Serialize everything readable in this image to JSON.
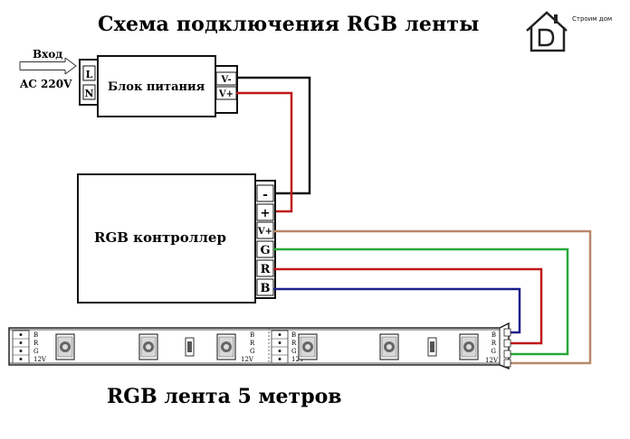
{
  "title": "Схема подключения RGB ленты",
  "footer": "RGB лента 5 метров",
  "logo": {
    "icon": "house-d-icon",
    "text": "Строим дом"
  },
  "input": {
    "label_top": "Вход",
    "label_bottom": "AC 220V"
  },
  "power_supply": {
    "label": "Блок питания",
    "in_terminals": [
      "L",
      "N"
    ],
    "out_terminals": [
      "V-",
      "V+"
    ]
  },
  "controller": {
    "label": "RGB контроллер",
    "in_terminals": [
      "-",
      "+"
    ],
    "out_terminals": [
      "V+",
      "G",
      "R",
      "B"
    ]
  },
  "strip": {
    "pins": [
      "B",
      "R",
      "G",
      "12V"
    ],
    "end_pins": [
      "B",
      "R",
      "G",
      "12V"
    ]
  },
  "colors": {
    "black": "#111111",
    "red": "#c0171b",
    "green": "#27a83a",
    "blue": "#1b1f8c",
    "brown": "#b8886a"
  }
}
